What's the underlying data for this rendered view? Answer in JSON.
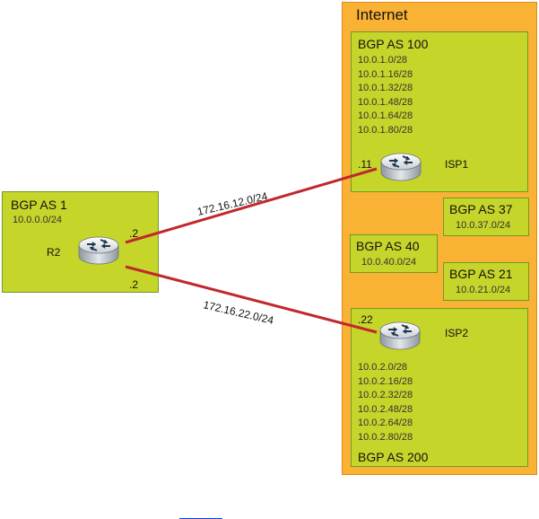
{
  "internet": {
    "label": "Internet"
  },
  "as100": {
    "title": "BGP AS 100",
    "prefixes": [
      "10.0.1.0/28",
      "10.0.1.16/28",
      "10.0.1.32/28",
      "10.0.1.48/28",
      "10.0.1.64/28",
      "10.0.1.80/28"
    ]
  },
  "as1": {
    "title": "BGP AS 1",
    "network": "10.0.0.0/24"
  },
  "as37": {
    "title": "BGP AS 37",
    "network": "10.0.37.0/24"
  },
  "as40": {
    "title": "BGP AS 40",
    "network": "10.0.40.0/24"
  },
  "as21": {
    "title": "BGP AS 21",
    "network": "10.0.21.0/24"
  },
  "as200": {
    "title": "BGP AS 200",
    "prefixes": [
      "10.0.2.0/28",
      "10.0.2.16/28",
      "10.0.2.32/28",
      "10.0.2.48/28",
      "10.0.2.64/28",
      "10.0.2.80/28"
    ]
  },
  "routers": {
    "r2": "R2",
    "isp1": "ISP1",
    "isp2": "ISP2"
  },
  "interfaces": {
    "r2_top": ".2",
    "r2_bottom": ".2",
    "isp1": ".11",
    "isp2": ".22"
  },
  "links": {
    "r2_isp1": "172.16.12.0/24",
    "r2_isp2": "172.16.22.0/24"
  },
  "colors": {
    "internet": "#f9b233",
    "as_box": "#c5d52a",
    "link": "#c0282e"
  }
}
